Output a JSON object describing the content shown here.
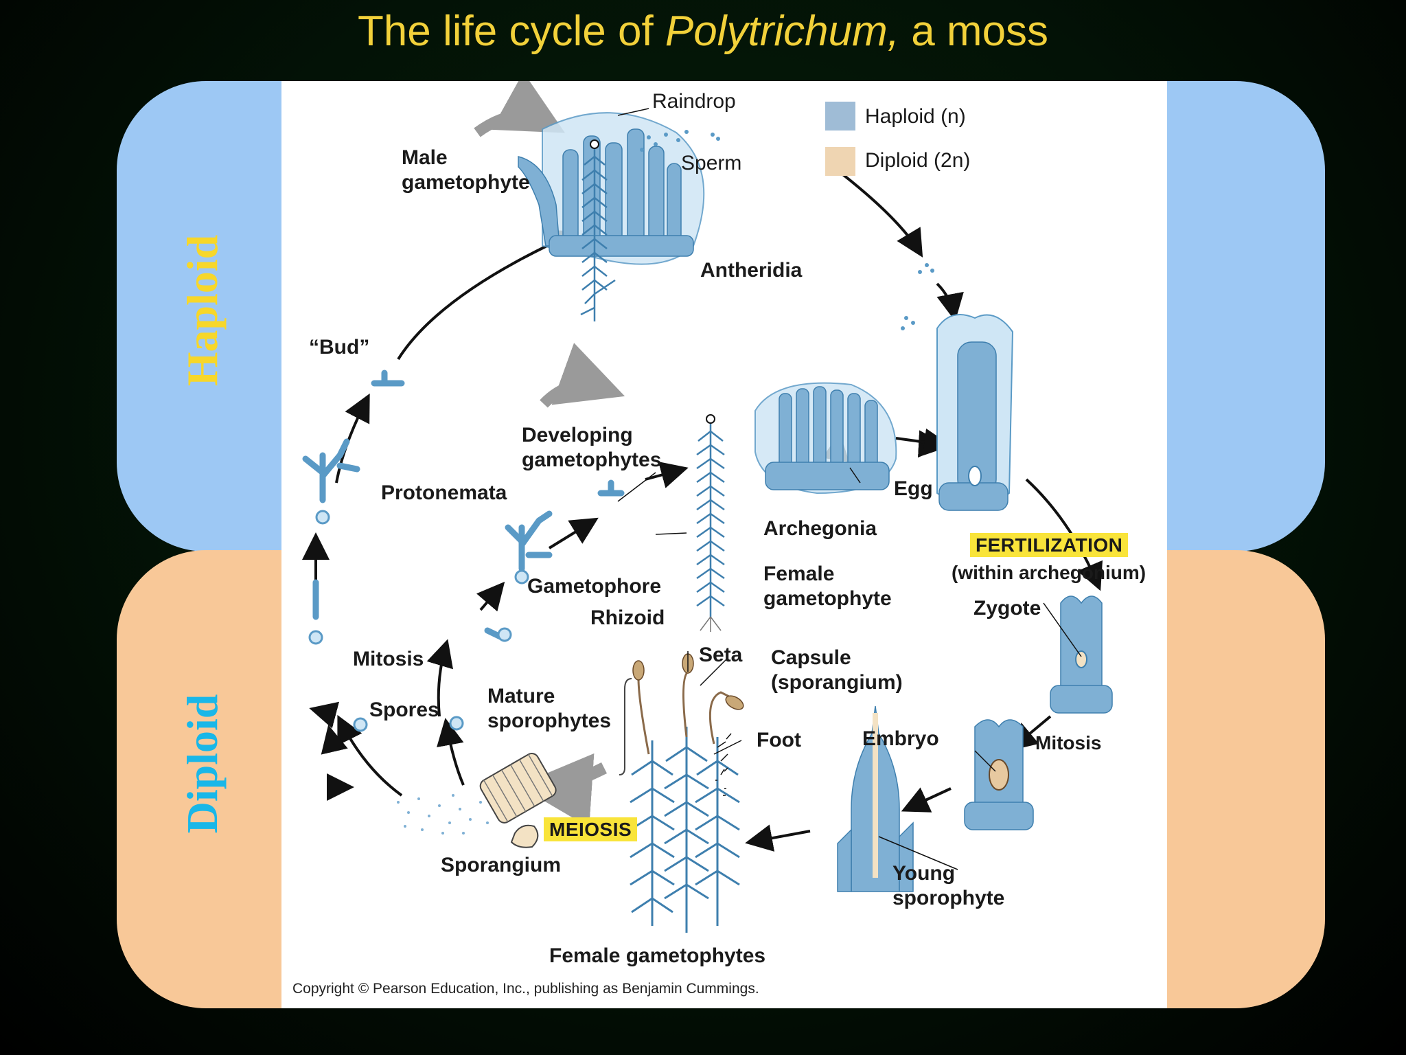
{
  "title": {
    "prefix": "The life cycle of ",
    "italic": "Polytrichum,",
    "suffix": " a moss"
  },
  "bands": {
    "haploid": "Haploid",
    "diploid": "Diploid"
  },
  "legend": {
    "haploid": "Haploid (n)",
    "diploid": "Diploid (2n)",
    "haploid_color": "#9fbcd6",
    "diploid_color": "#efd5b2"
  },
  "labels": {
    "raindrop": "Raindrop",
    "sperm": "Sperm",
    "male_gametophyte_1": "Male",
    "male_gametophyte_2": "gametophyte",
    "antheridia": "Antheridia",
    "bud": "“Bud”",
    "developing_1": "Developing",
    "developing_2": "gametophytes",
    "protonemata": "Protonemata",
    "egg": "Egg",
    "archegonia": "Archegonia",
    "fertilization": "FERTILIZATION",
    "within_archegonium": "(within archegonium)",
    "gametophore": "Gametophore",
    "rhizoid": "Rhizoid",
    "female_gametophyte_1": "Female",
    "female_gametophyte_2": "gametophyte",
    "zygote": "Zygote",
    "mitosis_left": "Mitosis",
    "seta": "Seta",
    "capsule_1": "Capsule",
    "capsule_2": "(sporangium)",
    "spores": "Spores",
    "mature_1": "Mature",
    "mature_2": "sporophytes",
    "foot": "Foot",
    "embryo": "Embryo",
    "mitosis_right": "Mitosis",
    "meiosis": "MEIOSIS",
    "sporangium": "Sporangium",
    "young_1": "Young",
    "young_2": "sporophyte",
    "female_gametophytes": "Female gametophytes"
  },
  "copyright": "Copyright © Pearson Education, Inc., publishing as Benjamin Cummings.",
  "colors": {
    "haploid_band": "#9dc8f4",
    "diploid_band": "#f8c898",
    "title": "#f2d13a",
    "highlight": "#f9e43a",
    "plant_blue": "#5a9ac6"
  }
}
